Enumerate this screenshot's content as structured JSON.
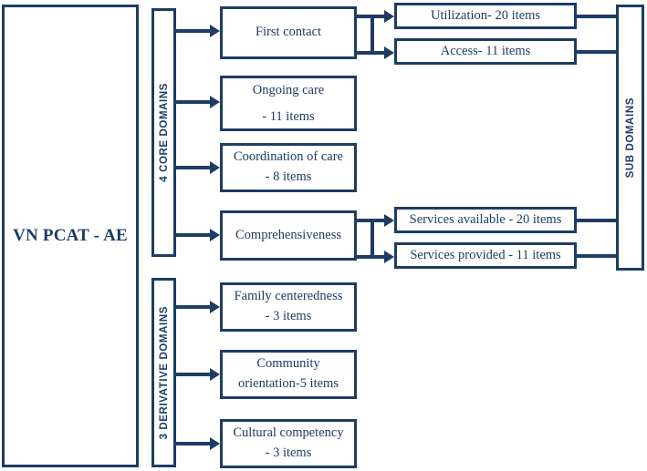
{
  "diagram": {
    "title": "VN PCAT - AE structure",
    "accent_color": "#1e3c64",
    "background_color": "#ffffff"
  },
  "root": {
    "label": "VN PCAT - AE"
  },
  "rails": {
    "core": {
      "label": "4 CORE DOMAINS"
    },
    "derivative": {
      "label": "3 DERIVATIVE DOMAINS"
    },
    "sub": {
      "label": "SUB DOMAINS"
    }
  },
  "core_domains": [
    {
      "line1": "First contact",
      "line2": ""
    },
    {
      "line1": "Ongoing care",
      "line2": "- 11 items"
    },
    {
      "line1": "Coordination of care",
      "line2": "- 8 items"
    },
    {
      "line1": "Comprehensiveness",
      "line2": ""
    }
  ],
  "derivative_domains": [
    {
      "line1": "Family centeredness",
      "line2": "- 3 items"
    },
    {
      "line1": "Community",
      "line2": "orientation-5 items"
    },
    {
      "line1": "Cultural competency",
      "line2": "- 3 items"
    }
  ],
  "sub_domains": [
    {
      "label": "Utilization- 20 items"
    },
    {
      "label": "Access- 11 items"
    },
    {
      "label": "Services available - 20 items"
    },
    {
      "label": "Services provided - 11 items"
    }
  ]
}
